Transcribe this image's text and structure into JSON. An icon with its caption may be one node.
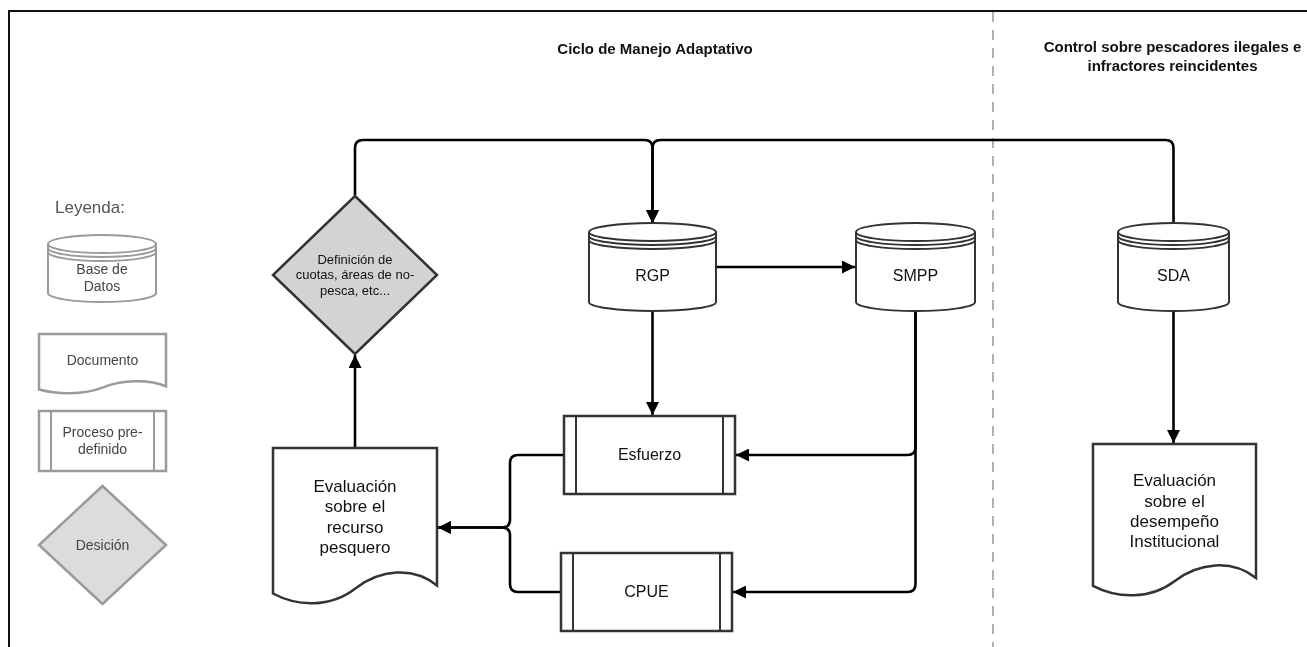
{
  "diagram": {
    "nodes": [
      {
        "text": [
          "Definición de cuotas, áreas de no-pesca, etc..."
        ]
      },
      {
        "text": [
          "RGP"
        ]
      },
      {
        "text": [
          "SMPP"
        ]
      },
      {
        "text": [
          "SDA"
        ]
      },
      {
        "text": [
          "Esfuerzo"
        ]
      },
      {
        "text": [
          "Evaluación sobre el recurso pesquero"
        ]
      },
      {
        "text": [
          "CPUE"
        ]
      },
      {
        "text": [
          "Evaluación sobre el desempeño Institucional"
        ]
      }
    ],
    "edges": [
      {
        "from": 0,
        "to": 1,
        "arrow": "to"
      },
      {
        "from": 3,
        "to": 1,
        "arrow": "to"
      },
      {
        "from": 1,
        "to": 2,
        "arrow": "to"
      },
      {
        "from": 1,
        "to": 4,
        "arrow": "to"
      },
      {
        "from": 2,
        "to": 4,
        "arrow": "to"
      },
      {
        "from": 2,
        "to": 6,
        "arrow": "to"
      },
      {
        "from": 4,
        "to": 5,
        "arrow": "to"
      },
      {
        "from": 6,
        "to": 5,
        "arrow": "to"
      },
      {
        "from": 5,
        "to": 0,
        "arrow": "to"
      },
      {
        "from": 3,
        "to": 7,
        "arrow": "to"
      }
    ],
    "labels": [
      "Ciclo de Manejo Adaptativo",
      "Control sobre pescadores ilegales e infractores reincidentes",
      "Leyenda:"
    ],
    "legend": [
      {
        "text": "Base de Datos"
      },
      {
        "text": "Documento"
      },
      {
        "text": "Proceso pre-definido"
      },
      {
        "text": "Desición"
      }
    ]
  }
}
